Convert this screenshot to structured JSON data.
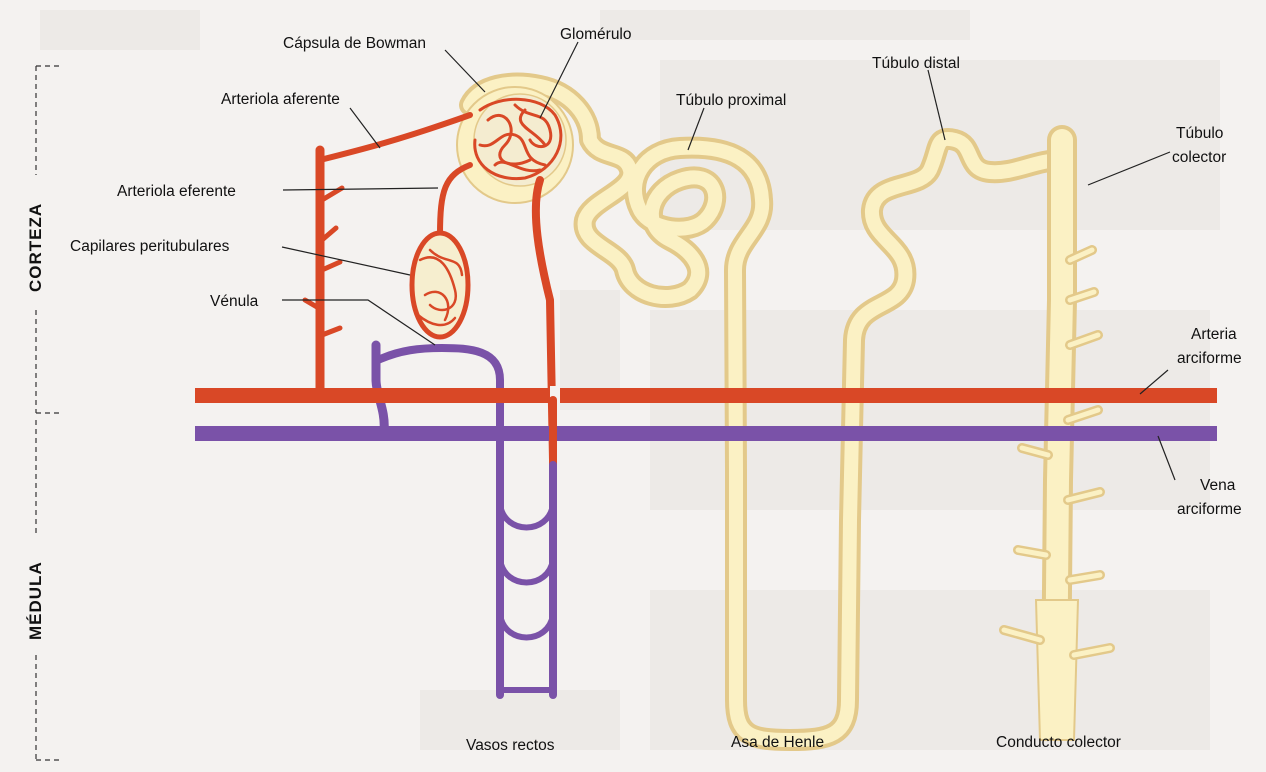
{
  "zones": {
    "cortex": "CORTEZA",
    "medulla": "MÉDULA"
  },
  "labels": {
    "bowman": "Cápsula de Bowman",
    "glomerulus": "Glomérulo",
    "afferent": "Arteriola aferente",
    "efferent": "Arteriola eferente",
    "peritubular": "Capilares peritubulares",
    "venule": "Vénula",
    "proximal": "Túbulo proximal",
    "distal": "Túbulo distal",
    "collecting_tubule_1": "Túbulo",
    "collecting_tubule_2": "colector",
    "arcuate_artery_1": "Arteria",
    "arcuate_artery_2": "arciforme",
    "arcuate_vein_1": "Vena",
    "arcuate_vein_2": "arciforme",
    "vasa_recta": "Vasos rectos",
    "henle": "Asa de Henle",
    "collecting_duct": "Conducto colector"
  },
  "colors": {
    "artery": "#d94826",
    "vein": "#7a52a8",
    "tubule_fill": "#fbf1c4",
    "tubule_edge": "#e3c98a"
  }
}
